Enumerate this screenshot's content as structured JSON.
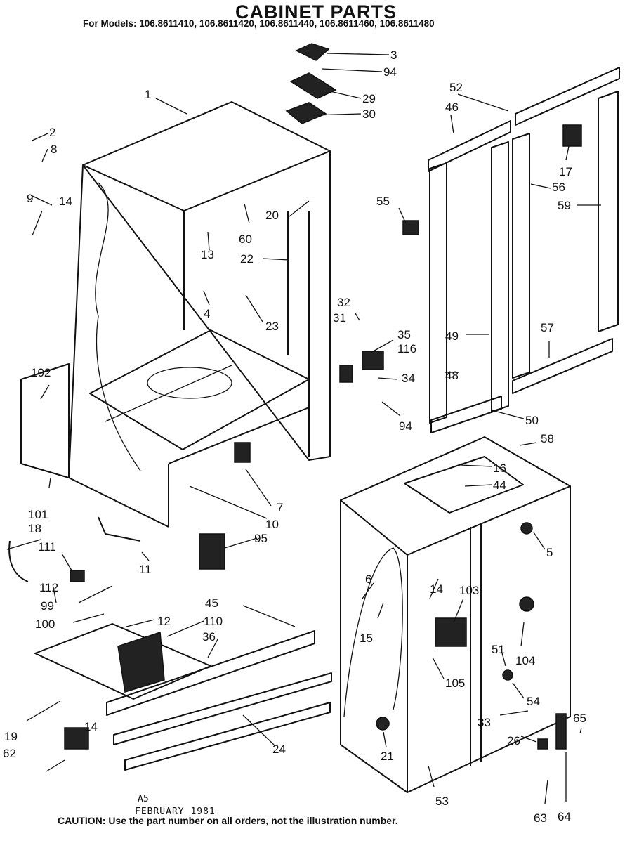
{
  "header": {
    "title": "CABINET PARTS",
    "models": "For Models: 106.8611410, 106.8611420, 106.8611440, 106.8611460, 106.8611480"
  },
  "footer": {
    "code": "A5",
    "date": "FEBRUARY 1981",
    "caution": "CAUTION: Use the part number on all orders, not the illustration number."
  },
  "callouts": [
    {
      "id": "1"
    },
    {
      "id": "2"
    },
    {
      "id": "8"
    },
    {
      "id": "9"
    },
    {
      "id": "14"
    },
    {
      "id": "3"
    },
    {
      "id": "94"
    },
    {
      "id": "29"
    },
    {
      "id": "30"
    },
    {
      "id": "52"
    },
    {
      "id": "46"
    },
    {
      "id": "17"
    },
    {
      "id": "56"
    },
    {
      "id": "59"
    },
    {
      "id": "55"
    },
    {
      "id": "20"
    },
    {
      "id": "60"
    },
    {
      "id": "22"
    },
    {
      "id": "13"
    },
    {
      "id": "4"
    },
    {
      "id": "23"
    },
    {
      "id": "32"
    },
    {
      "id": "31"
    },
    {
      "id": "35"
    },
    {
      "id": "116"
    },
    {
      "id": "34"
    },
    {
      "id": "94"
    },
    {
      "id": "49"
    },
    {
      "id": "48"
    },
    {
      "id": "57"
    },
    {
      "id": "50"
    },
    {
      "id": "58"
    },
    {
      "id": "102"
    },
    {
      "id": "16"
    },
    {
      "id": "44"
    },
    {
      "id": "7"
    },
    {
      "id": "10"
    },
    {
      "id": "95"
    },
    {
      "id": "101"
    },
    {
      "id": "18"
    },
    {
      "id": "111"
    },
    {
      "id": "11"
    },
    {
      "id": "5"
    },
    {
      "id": "112"
    },
    {
      "id": "99"
    },
    {
      "id": "6"
    },
    {
      "id": "14"
    },
    {
      "id": "103"
    },
    {
      "id": "100"
    },
    {
      "id": "12"
    },
    {
      "id": "110"
    },
    {
      "id": "45"
    },
    {
      "id": "36"
    },
    {
      "id": "15"
    },
    {
      "id": "104"
    },
    {
      "id": "51"
    },
    {
      "id": "105"
    },
    {
      "id": "14"
    },
    {
      "id": "54"
    },
    {
      "id": "65"
    },
    {
      "id": "24"
    },
    {
      "id": "21"
    },
    {
      "id": "19"
    },
    {
      "id": "62"
    },
    {
      "id": "33"
    },
    {
      "id": "26"
    },
    {
      "id": "53"
    },
    {
      "id": "63"
    },
    {
      "id": "64"
    }
  ]
}
